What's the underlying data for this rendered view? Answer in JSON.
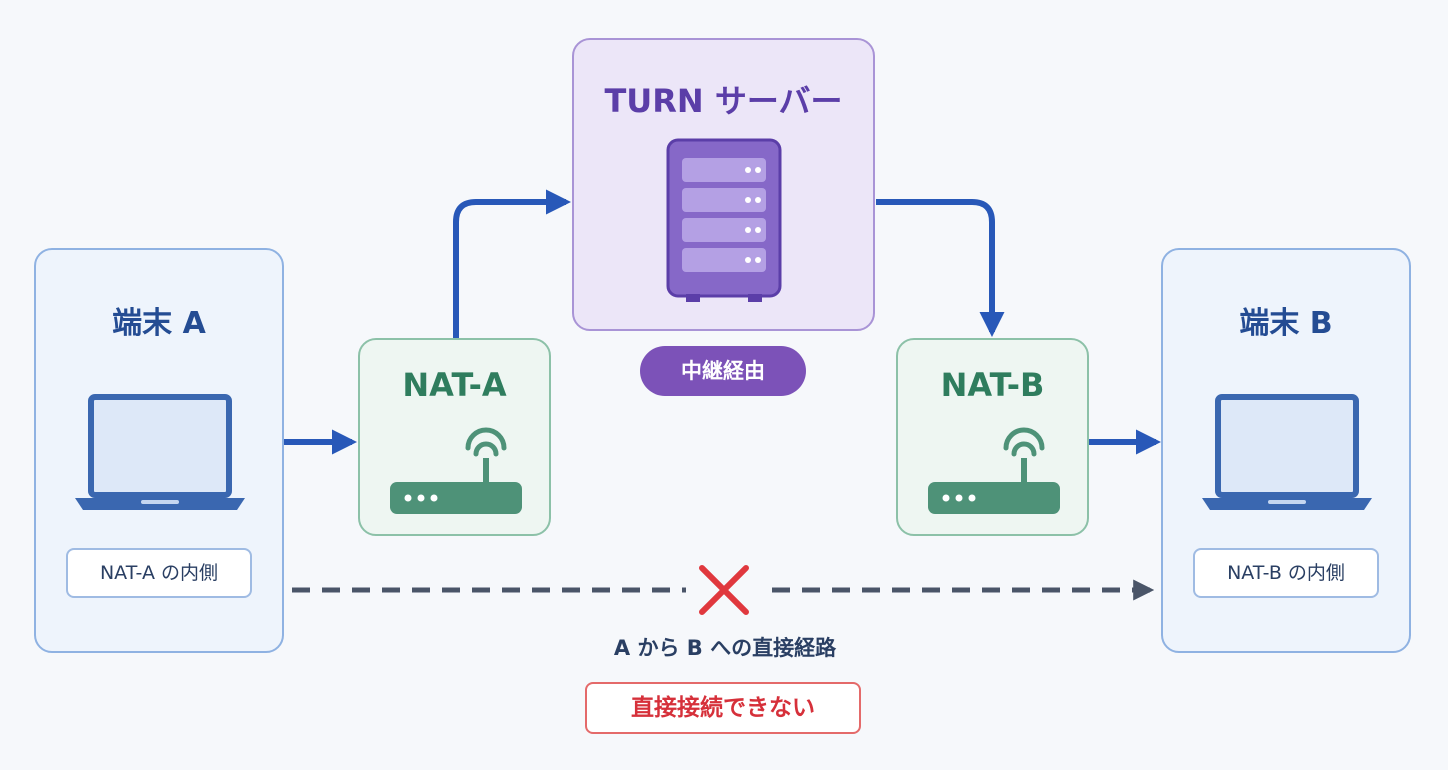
{
  "turn_server": {
    "title": "TURN サーバー",
    "badge": "中継経由"
  },
  "device_a": {
    "title": "端末 A",
    "inner_label": "NAT-A の内側"
  },
  "device_b": {
    "title": "端末 B",
    "inner_label": "NAT-B の内側"
  },
  "nat_a": {
    "title": "NAT-A"
  },
  "nat_b": {
    "title": "NAT-B"
  },
  "direct_path": {
    "label": "A から B への直接経路",
    "status": "直接接続できない"
  },
  "colors": {
    "arrow_blue": "#2858b8",
    "dashed_gray": "#4a5568",
    "blocked_red": "#e0383e",
    "router_green": "#4e9278",
    "server_purple": "#8668c8",
    "laptop_blue": "#3a67b0"
  },
  "icons": [
    "laptop-icon",
    "router-icon",
    "wifi-icon",
    "server-icon",
    "cross-icon"
  ]
}
